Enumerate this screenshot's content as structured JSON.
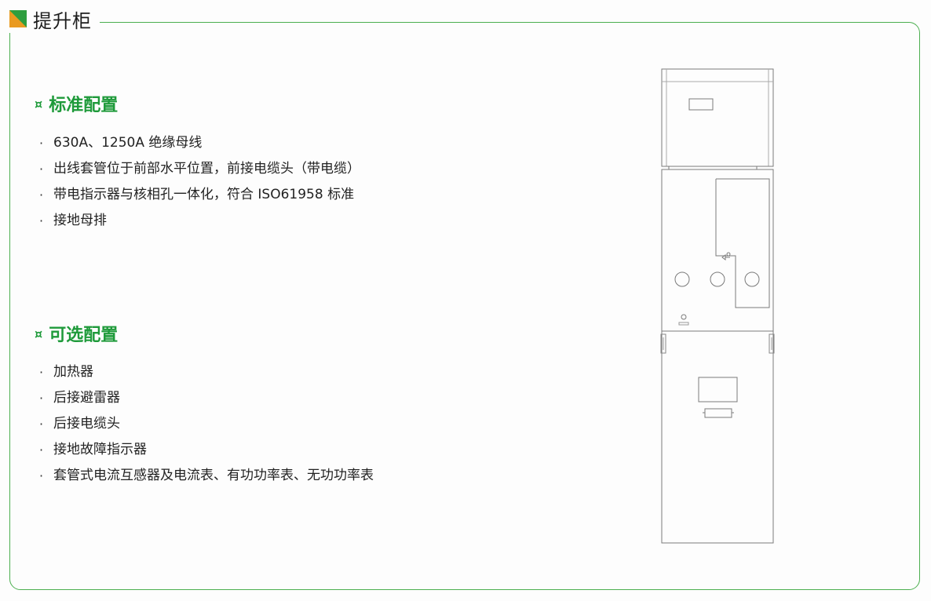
{
  "title": "提升柜",
  "brand_colors": {
    "green": "#2e9e3e",
    "orange": "#f39a1f",
    "accent_text": "#1e9a3a",
    "border": "#4caf50"
  },
  "standard": {
    "marker": "¤",
    "heading": "标准配置",
    "items": [
      "630A、1250A 绝缘母线",
      "出线套管位于前部水平位置，前接电缆头（带电缆）",
      "带电指示器与核相孔一体化，符合 ISO61958 标准",
      "接地母排"
    ]
  },
  "optional": {
    "marker": "¤",
    "heading": "可选配置",
    "items": [
      "加热器",
      "后接避雷器",
      "后接电缆头",
      "接地故障指示器",
      "套管式电流互感器及电流表、有功功率表、无功功率表"
    ]
  },
  "bullet": "·",
  "diagram": {
    "icon": "switchgear-cabinet-drawing"
  }
}
